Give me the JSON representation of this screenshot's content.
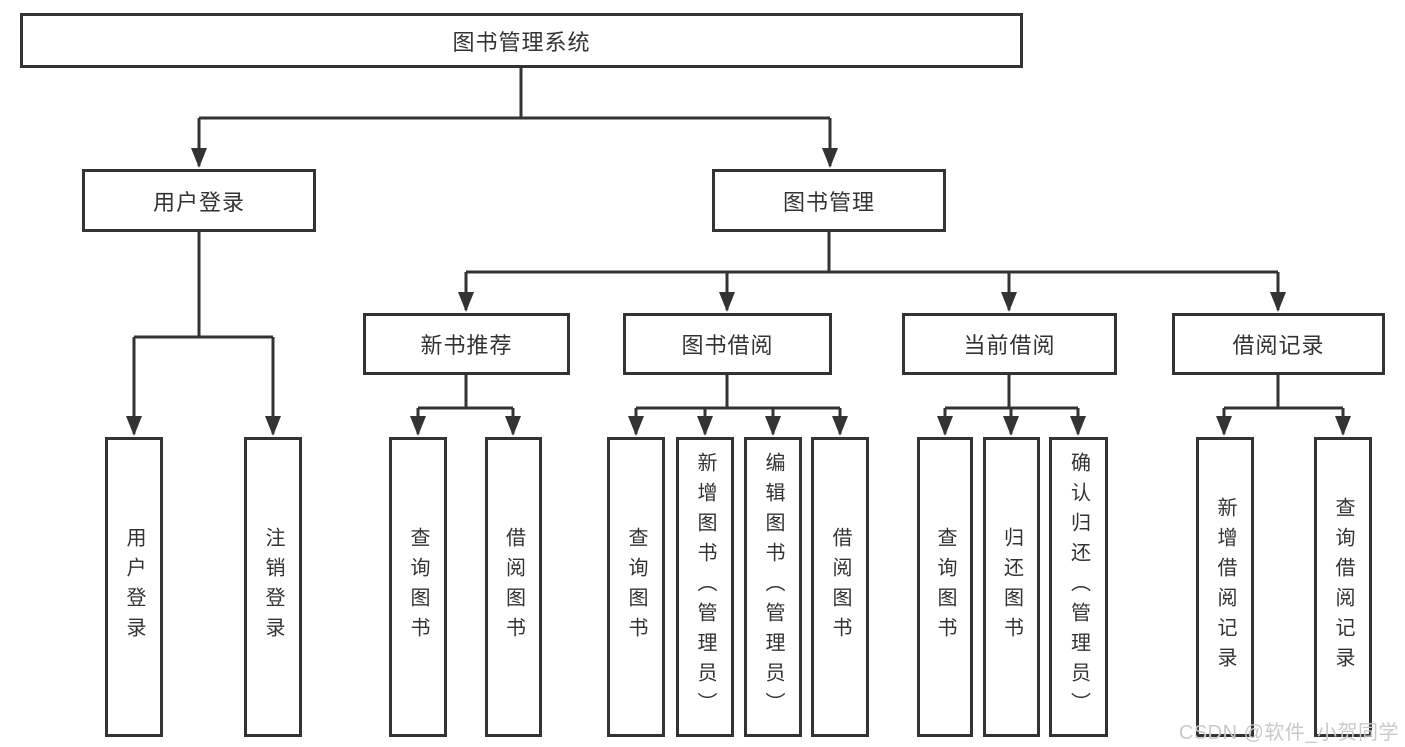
{
  "diagram": {
    "tree": {
      "label": "图书管理系统",
      "children": [
        {
          "label": "用户登录",
          "children": [
            {
              "label": "用户登录"
            },
            {
              "label": "注销登录"
            }
          ]
        },
        {
          "label": "图书管理",
          "children": [
            {
              "label": "新书推荐",
              "children": [
                {
                  "label": "查询图书"
                },
                {
                  "label": "借阅图书"
                }
              ]
            },
            {
              "label": "图书借阅",
              "children": [
                {
                  "label": "查询图书"
                },
                {
                  "label": "新增图书（管理员）"
                },
                {
                  "label": "编辑图书（管理员）"
                },
                {
                  "label": "借阅图书"
                }
              ]
            },
            {
              "label": "当前借阅",
              "children": [
                {
                  "label": "查询图书"
                },
                {
                  "label": "归还图书"
                },
                {
                  "label": "确认归还（管理员）"
                }
              ]
            },
            {
              "label": "借阅记录",
              "children": [
                {
                  "label": "新增借阅记录"
                },
                {
                  "label": "查询借阅记录"
                }
              ]
            }
          ]
        }
      ]
    }
  },
  "watermark": {
    "text": "CSDN @软件_小贺同学"
  },
  "colors": {
    "line": "#333333",
    "text": "#333333",
    "watermark": "#c9c9c9",
    "background": "#ffffff"
  }
}
